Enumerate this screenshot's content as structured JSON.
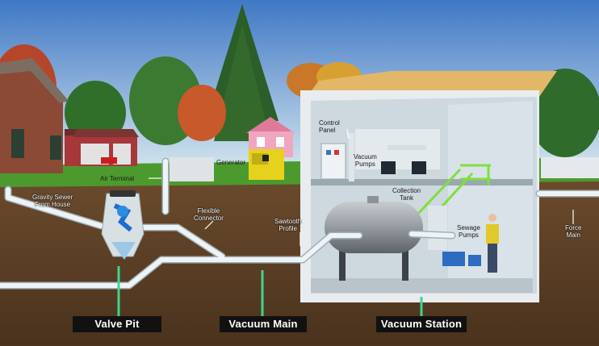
{
  "labels": {
    "air_terminal": "Air Terminal",
    "gravity_sewer": [
      "Gravity Sewer",
      "From House"
    ],
    "generator": "Generator",
    "flexible_connector": [
      "Flexible",
      "Connector"
    ],
    "sawtooth_profile": [
      "Sawtooth",
      "Profile"
    ],
    "control_panel": [
      "Control",
      "Panel"
    ],
    "vacuum_pumps": [
      "Vacuum",
      "Pumps"
    ],
    "collection_tank": [
      "Collection",
      "Tank"
    ],
    "sewage_pumps": [
      "Sewage",
      "Pumps"
    ],
    "force_main": [
      "Force",
      "Main"
    ]
  },
  "captions": {
    "valve_pit": "Valve Pit",
    "vacuum_main": "Vacuum Main",
    "vacuum_station": "Vacuum Station"
  },
  "colors": {
    "sky_top": "#3f78c4",
    "sky_bottom": "#cfe3ef",
    "grass": "#4c9a2e",
    "soil": "#5a3e24",
    "pipe": "#dfe8ec",
    "callout_line": "#40d490",
    "caption_bg": "#111111",
    "stair_green": "#7fe03c",
    "generator_yellow": "#e6d21c"
  }
}
